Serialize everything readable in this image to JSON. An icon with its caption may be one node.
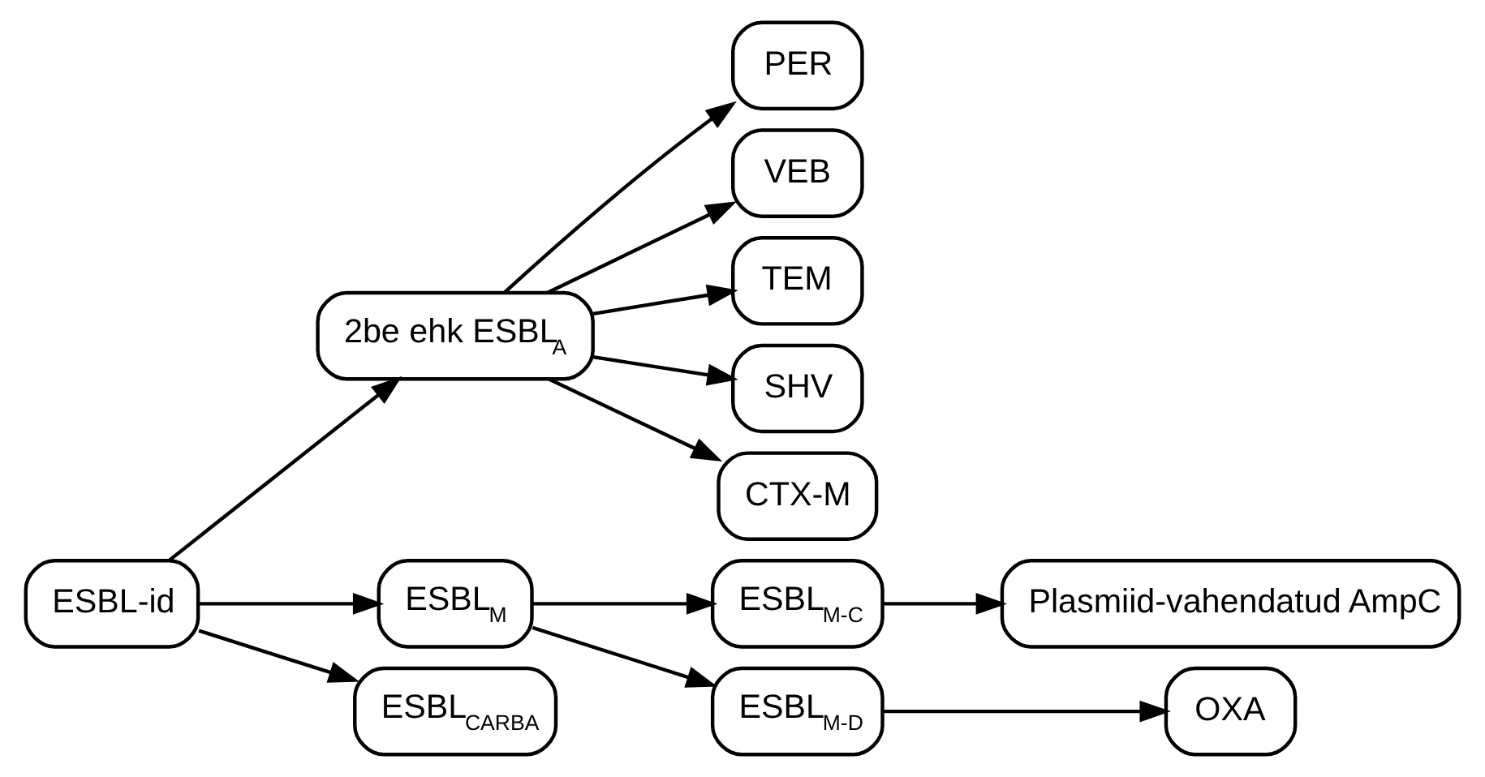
{
  "diagram": {
    "nodes": [
      {
        "text": [
          "ESBL-id"
        ]
      },
      {
        "text": [
          "2be ehk ESBL$_{A}$"
        ]
      },
      {
        "text": [
          "PER"
        ]
      },
      {
        "text": [
          "VEB"
        ]
      },
      {
        "text": [
          "TEM"
        ]
      },
      {
        "text": [
          "SHV"
        ]
      },
      {
        "text": [
          "CTX-M"
        ]
      },
      {
        "text": [
          "ESBL$_{M}$"
        ]
      },
      {
        "text": [
          "ESBL$_{M-C}$"
        ]
      },
      {
        "text": [
          "ESBL$_{M-D}$"
        ]
      },
      {
        "text": [
          "Plasmiid-vahendatud AmpC"
        ]
      },
      {
        "text": [
          "OXA"
        ]
      },
      {
        "text": [
          "ESBL$_{CARBA}$"
        ]
      }
    ],
    "edges": [
      {
        "from": 0,
        "to": 1,
        "arrow": "to"
      },
      {
        "from": 0,
        "to": 7,
        "arrow": "to"
      },
      {
        "from": 0,
        "to": 12,
        "arrow": "to"
      },
      {
        "from": 1,
        "to": 2,
        "arrow": "to"
      },
      {
        "from": 1,
        "to": 3,
        "arrow": "to"
      },
      {
        "from": 1,
        "to": 4,
        "arrow": "to"
      },
      {
        "from": 1,
        "to": 5,
        "arrow": "to"
      },
      {
        "from": 1,
        "to": 6,
        "arrow": "to"
      },
      {
        "from": 7,
        "to": 8,
        "arrow": "to"
      },
      {
        "from": 7,
        "to": 9,
        "arrow": "to"
      },
      {
        "from": 8,
        "to": 10,
        "arrow": "to"
      },
      {
        "from": 9,
        "to": 11,
        "arrow": "to"
      }
    ]
  }
}
